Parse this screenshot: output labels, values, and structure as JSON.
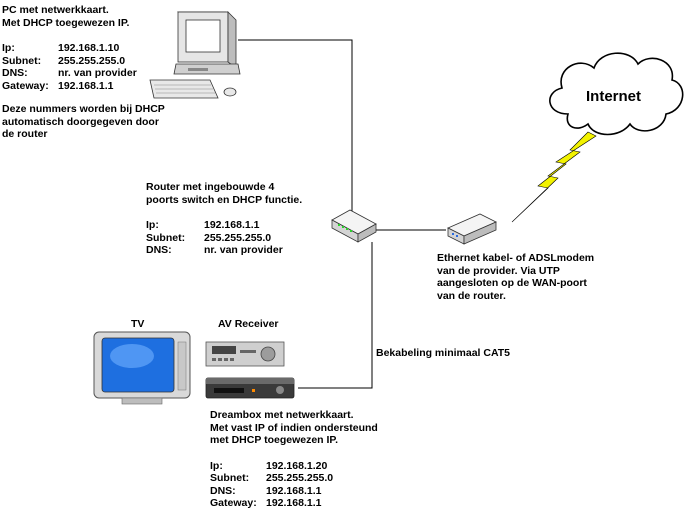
{
  "pc": {
    "title_lines": [
      "PC met netwerkkaart.",
      "Met DHCP toegewezen IP."
    ],
    "settings": [
      {
        "label": "Ip:",
        "value": "192.168.1.10"
      },
      {
        "label": "Subnet:",
        "value": "255.255.255.0"
      },
      {
        "label": "DNS:",
        "value": "nr. van provider"
      },
      {
        "label": "Gateway:",
        "value": "192.168.1.1"
      }
    ],
    "note_lines": [
      "Deze nummers worden bij DHCP",
      "automatisch doorgegeven door",
      "de router"
    ]
  },
  "router": {
    "title_lines": [
      "Router met ingebouwde  4",
      "poorts switch en DHCP functie."
    ],
    "settings": [
      {
        "label": "Ip:",
        "value": "192.168.1.1"
      },
      {
        "label": "Subnet:",
        "value": "255.255.255.0"
      },
      {
        "label": "DNS:",
        "value": "nr. van provider"
      }
    ]
  },
  "modem": {
    "lines": [
      "Ethernet kabel- of ADSLmodem",
      "van de provider. Via UTP",
      "aangesloten op de WAN-poort",
      "van de router."
    ]
  },
  "internet": {
    "label": "Internet"
  },
  "cabling": {
    "label": "Bekabeling minimaal CAT5"
  },
  "tv": {
    "label": "TV"
  },
  "receiver": {
    "label": "AV Receiver"
  },
  "dreambox": {
    "title_lines": [
      "Dreambox met netwerkkaart.",
      "Met vast IP of indien ondersteund",
      "met DHCP toegewezen IP."
    ],
    "settings": [
      {
        "label": "Ip:",
        "value": "192.168.1.20"
      },
      {
        "label": "Subnet:",
        "value": "255.255.255.0"
      },
      {
        "label": "DNS:",
        "value": "192.168.1.1"
      },
      {
        "label": "Gateway:",
        "value": "192.168.1.1"
      }
    ]
  },
  "colors": {
    "lightning": "#f2f200",
    "line": "#000000",
    "tv_screen": "#1e6fe0"
  }
}
